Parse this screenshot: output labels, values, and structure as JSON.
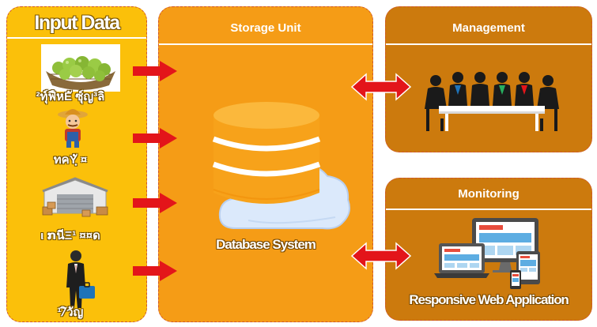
{
  "input_panel": {
    "title": "Input Data",
    "items": [
      {
        "label": "²ทุ์ฟืหEั ซุ์ญ³ลิ",
        "icon": "basket-of-fruit-icon"
      },
      {
        "label": "ทคYัฺ ¤",
        "icon": "farmer-icon"
      },
      {
        "label": "ι ກนีΞ¹ ¤¤ด",
        "icon": "warehouse-icon"
      },
      {
        "label": "¹⁄ิวัญ",
        "icon": "businessman-with-suitcase-icon"
      }
    ]
  },
  "storage_panel": {
    "title": "Storage Unit",
    "db_label": "Database System"
  },
  "management_panel": {
    "title": "Management"
  },
  "monitoring_panel": {
    "title": "Monitoring",
    "app_label": "Responsive Web Application"
  },
  "colors": {
    "input_bg": "#fbc00a",
    "storage_bg": "#f59c16",
    "side_bg": "#cc7a0d",
    "arrow": "#e3151a",
    "db": "#f7a21a"
  }
}
